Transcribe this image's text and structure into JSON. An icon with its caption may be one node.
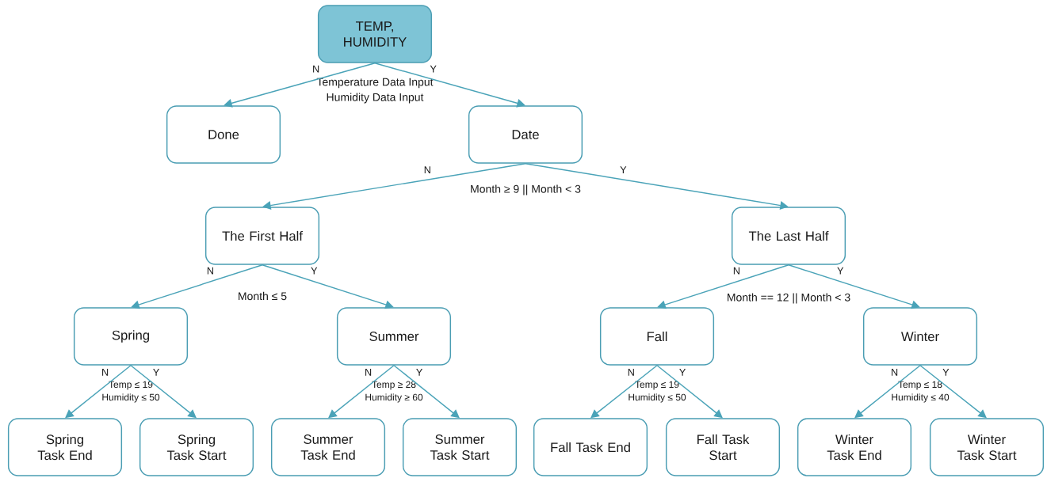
{
  "diagram": {
    "nodes": [
      {
        "text": [
          "TEMP, HUMIDITY"
        ],
        "beside": [
          "Temperature Data Input",
          "Humidity Data Input"
        ]
      },
      {
        "text": [
          "Done"
        ]
      },
      {
        "text": [
          "Date"
        ],
        "beside": [
          "Month ≥ 9 || Month < 3"
        ]
      },
      {
        "text": [
          "The First Half"
        ],
        "beside": [
          "Month ≤ 5"
        ]
      },
      {
        "text": [
          "The Last Half"
        ]
      },
      {
        "text": [
          "Spring"
        ],
        "beside": [
          "Temp ≤ 19",
          "Humidity ≤ 50"
        ]
      },
      {
        "text": [
          "Summer"
        ],
        "beside": [
          "Temp ≥ 28",
          "Humidity ≥ 60"
        ]
      },
      {
        "text": [
          "Fall"
        ],
        "beside": [
          "Temp ≤ 19",
          "Humidity ≤ 50"
        ]
      },
      {
        "text": [
          "Winter"
        ],
        "beside": [
          "Temp ≤ 18",
          "Humidity ≤ 40"
        ]
      },
      {
        "text": [
          "Spring Task End"
        ]
      },
      {
        "text": [
          "Spring Task Start"
        ]
      },
      {
        "text": [
          "Summer Task End"
        ]
      },
      {
        "text": [
          "Summer Task Start"
        ]
      },
      {
        "text": [
          "Fall Task End"
        ]
      },
      {
        "text": [
          "Fall Task Start"
        ]
      },
      {
        "text": [
          "Winter Task End"
        ]
      },
      {
        "text": [
          "Winter Task Start"
        ]
      }
    ],
    "edges": [
      {
        "from": 0,
        "to": 1,
        "arrow": "to",
        "label": "N"
      },
      {
        "from": 0,
        "to": 2,
        "arrow": "to",
        "label": "Y"
      },
      {
        "from": 2,
        "to": 3,
        "arrow": "to",
        "label": "N"
      },
      {
        "from": 2,
        "to": 4,
        "arrow": "to",
        "label": "Y"
      },
      {
        "from": 3,
        "to": 5,
        "arrow": "to",
        "label": "N"
      },
      {
        "from": 3,
        "to": 6,
        "arrow": "to",
        "label": "Y"
      },
      {
        "from": 4,
        "to": 7,
        "arrow": "to",
        "label": "N"
      },
      {
        "from": 4,
        "to": 8,
        "arrow": "to",
        "label": "Y"
      },
      {
        "from": 5,
        "to": 9,
        "arrow": "to",
        "label": "N"
      },
      {
        "from": 5,
        "to": 10,
        "arrow": "to",
        "label": "Y"
      },
      {
        "from": 6,
        "to": 11,
        "arrow": "to",
        "label": "N"
      },
      {
        "from": 6,
        "to": 12,
        "arrow": "to",
        "label": "Y"
      },
      {
        "from": 7,
        "to": 13,
        "arrow": "to",
        "label": "N"
      },
      {
        "from": 7,
        "to": 14,
        "arrow": "to",
        "label": "Y"
      },
      {
        "from": 8,
        "to": 15,
        "arrow": "to",
        "label": "N"
      },
      {
        "from": 8,
        "to": 16,
        "arrow": "to",
        "label": "Y"
      }
    ],
    "labels": [
      "Month == 12 || Month < 3"
    ]
  }
}
